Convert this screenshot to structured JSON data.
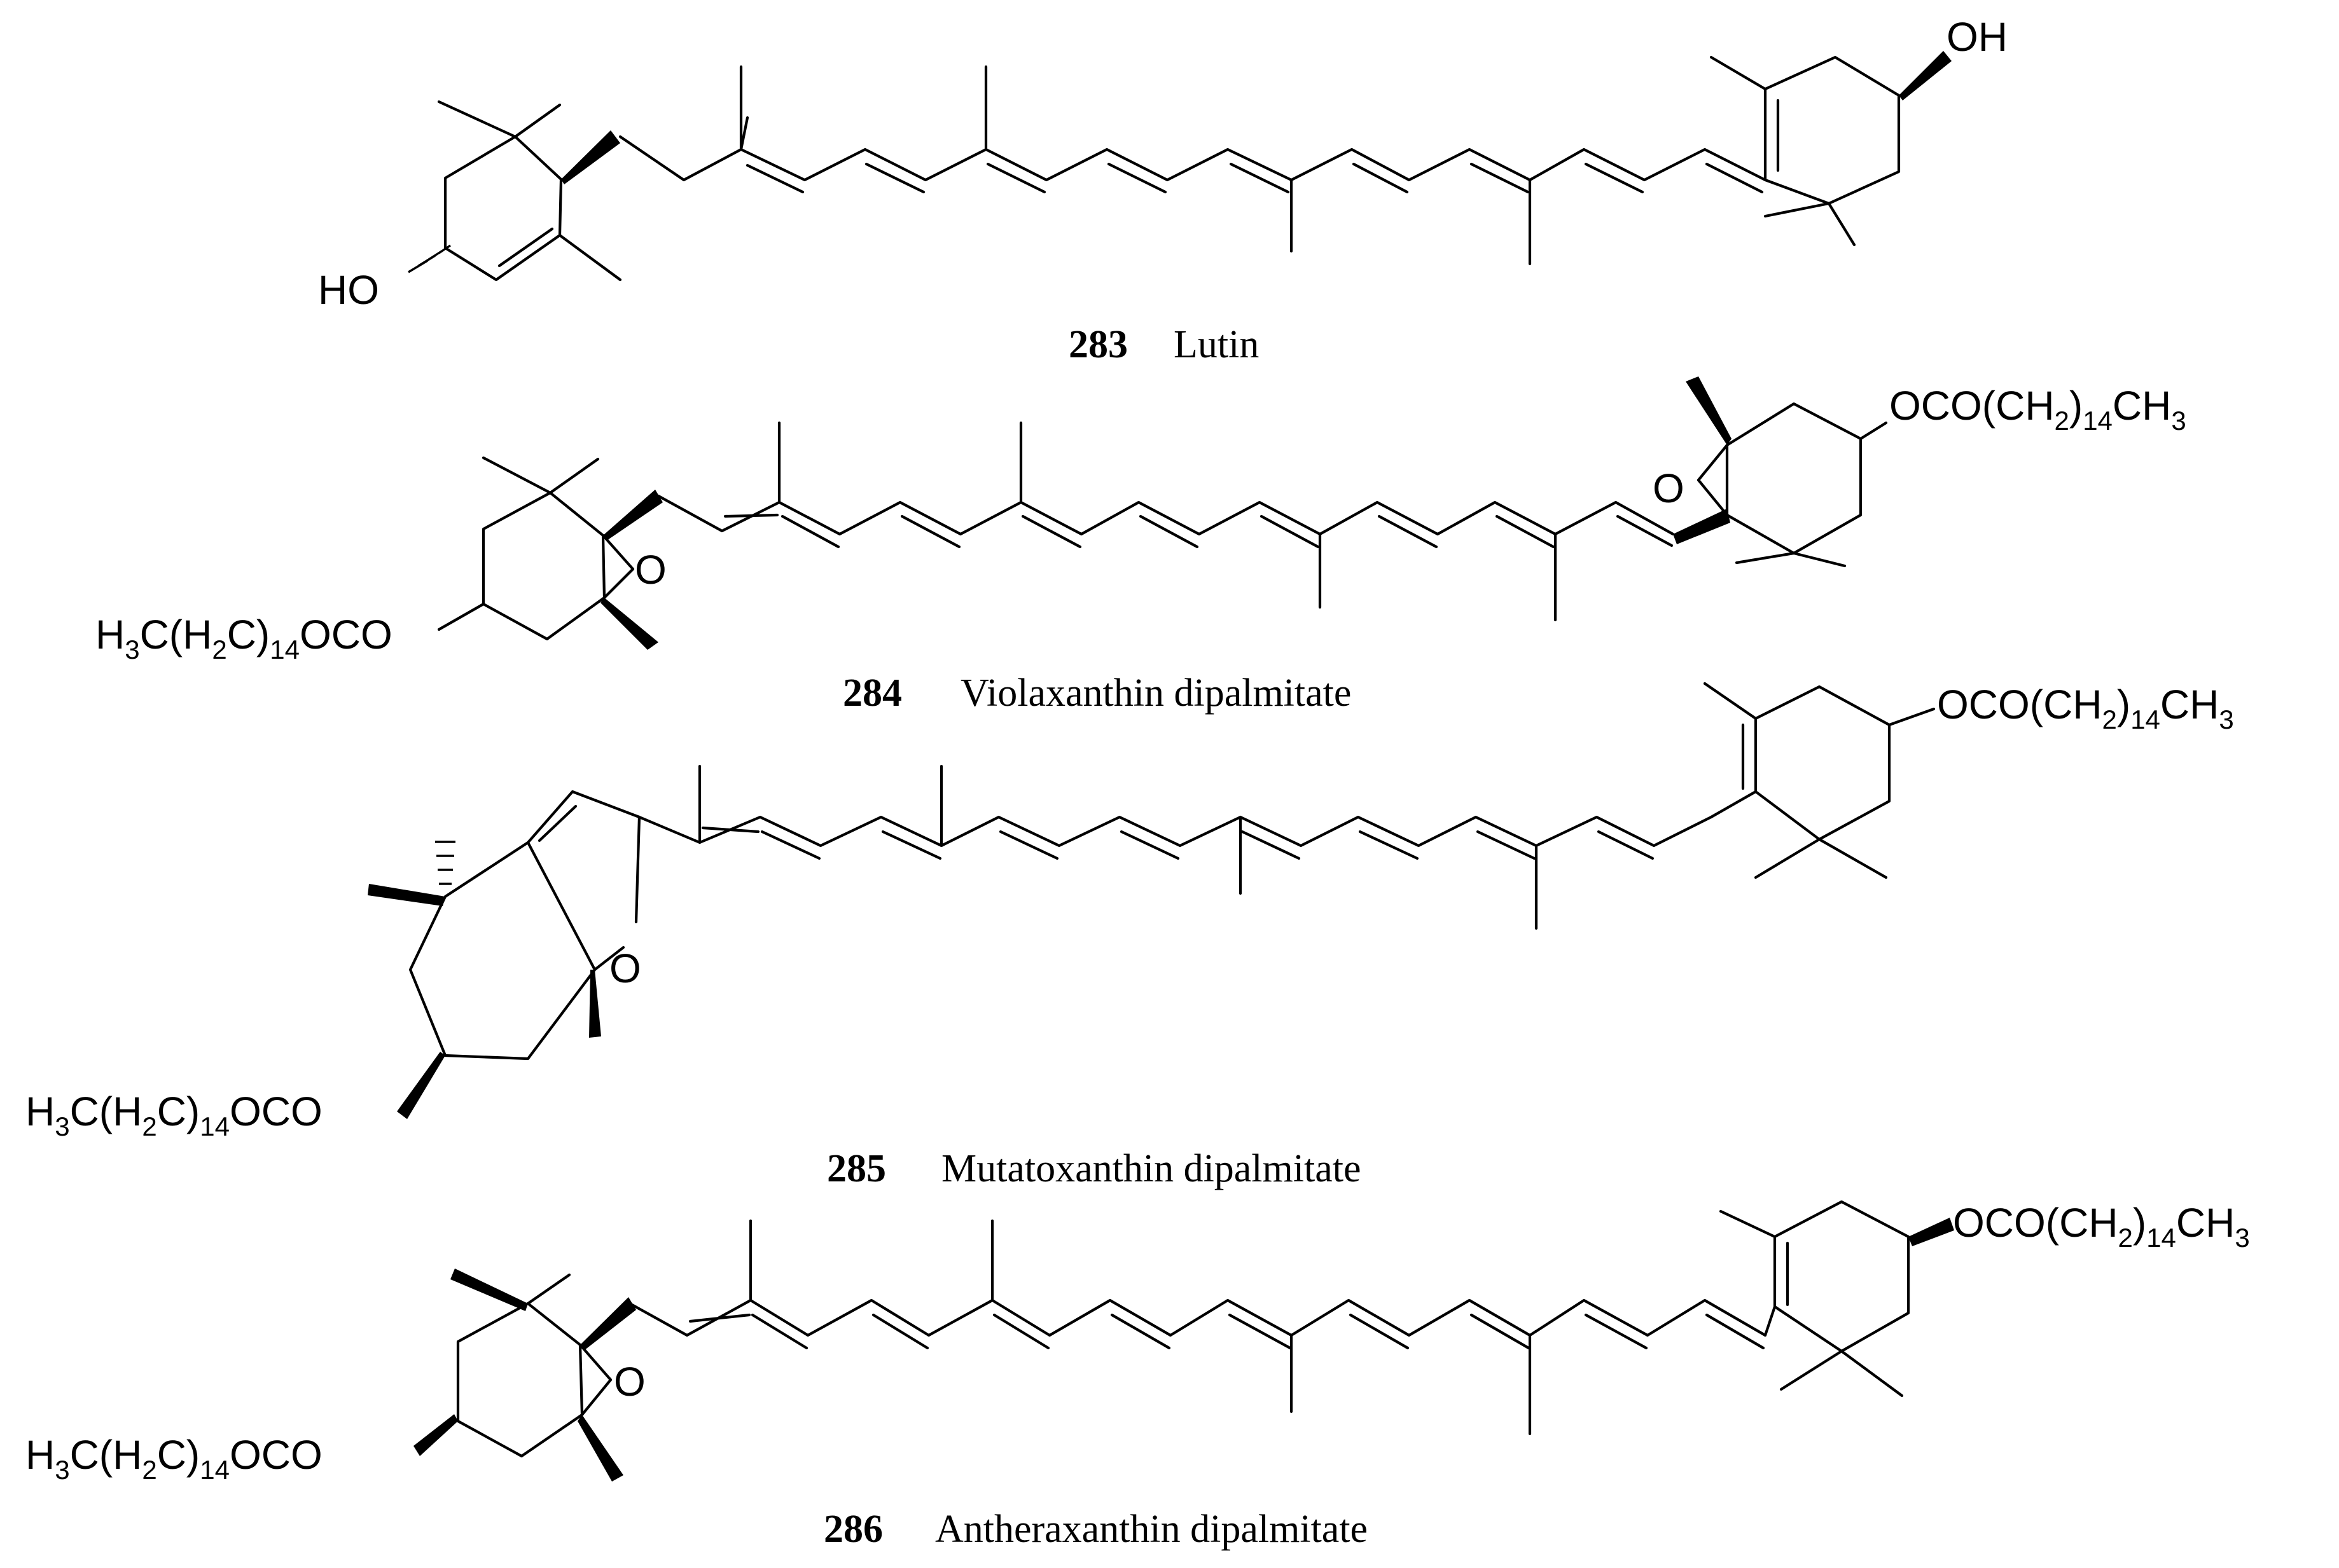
{
  "compounds": [
    {
      "number": "283",
      "name": "Lutin",
      "labels": {
        "oh_left": "HO",
        "oh_right": "OH"
      }
    },
    {
      "number": "284",
      "name": "Violaxanthin dipalmitate",
      "labels": {
        "ester_left": {
          "a": "H",
          "b": "3",
          "c": "C(H",
          "d": "2",
          "e": "C)",
          "f": "14",
          "g": "OCO"
        },
        "ester_right": {
          "a": "OCO(CH",
          "b": "2",
          "c": ")",
          "d": "14",
          "e": "CH",
          "f": "3"
        },
        "epoxide_left": "O",
        "epoxide_right": "O"
      }
    },
    {
      "number": "285",
      "name": "Mutatoxanthin dipalmitate",
      "labels": {
        "ester_left": {
          "a": "H",
          "b": "3",
          "c": "C(H",
          "d": "2",
          "e": "C)",
          "f": "14",
          "g": "OCO"
        },
        "ester_right": {
          "a": "OCO(CH",
          "b": "2",
          "c": ")",
          "d": "14",
          "e": "CH",
          "f": "3"
        },
        "furan_o": "O"
      }
    },
    {
      "number": "286",
      "name": "Antheraxanthin dipalmitate",
      "labels": {
        "ester_left": {
          "a": "H",
          "b": "3",
          "c": "C(H",
          "d": "2",
          "e": "C)",
          "f": "14",
          "g": "OCO"
        },
        "ester_right": {
          "a": "OCO(CH",
          "b": "2",
          "c": ")",
          "d": "14",
          "e": "CH",
          "f": "3"
        },
        "epoxide_o": "O"
      }
    }
  ]
}
